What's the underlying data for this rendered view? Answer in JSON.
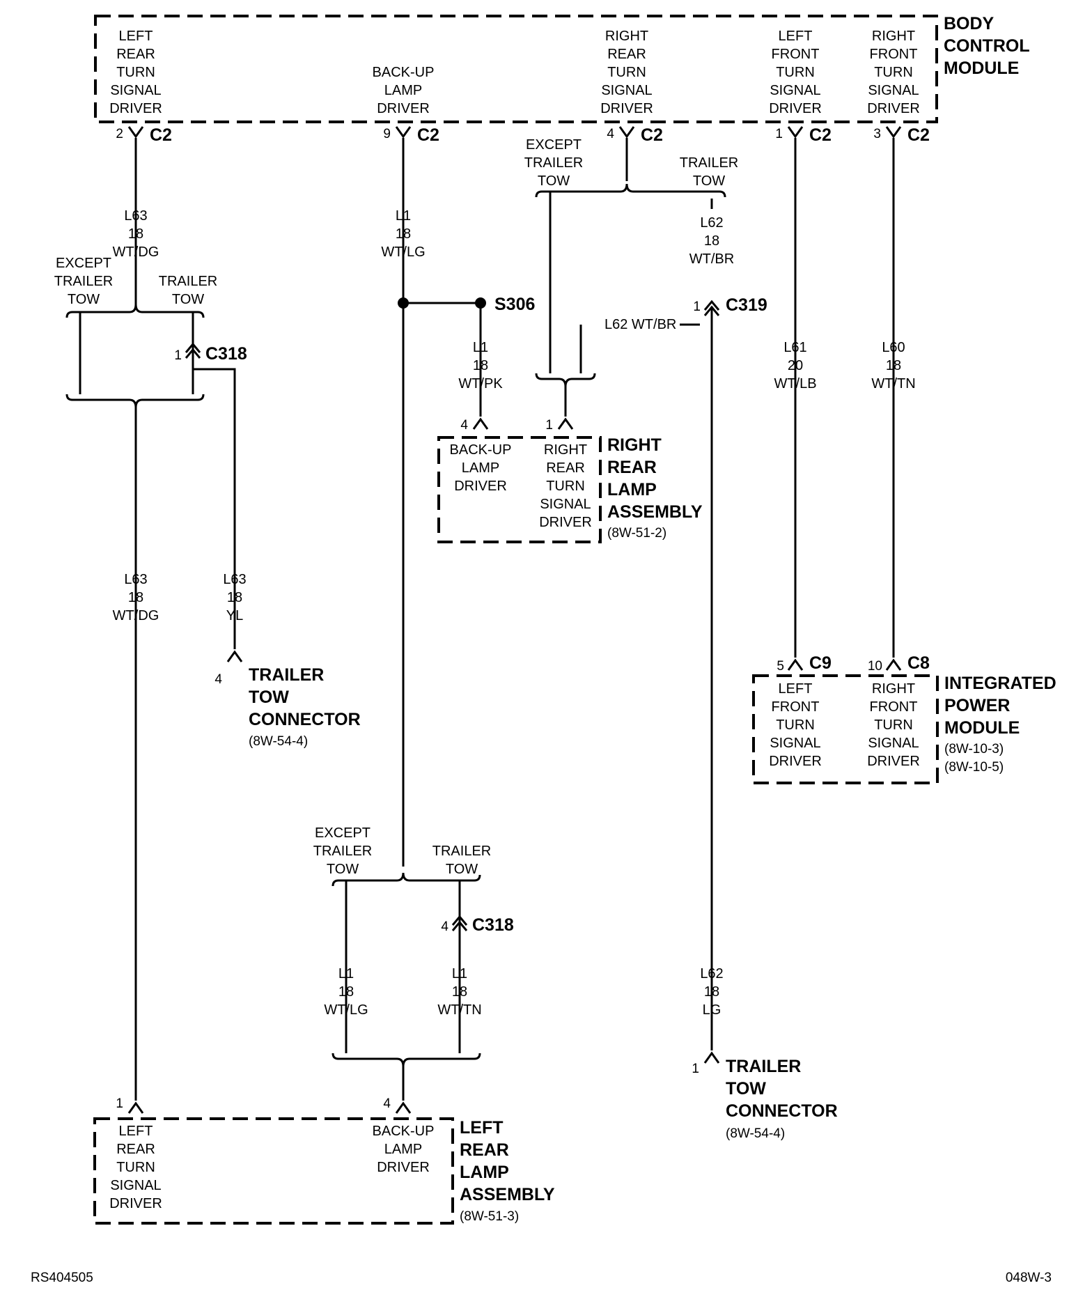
{
  "bcm": {
    "name": [
      "BODY",
      "CONTROL",
      "MODULE"
    ],
    "drivers": {
      "left_rear_turn": [
        "LEFT",
        "REAR",
        "TURN",
        "SIGNAL",
        "DRIVER"
      ],
      "backup": [
        "BACK-UP",
        "LAMP",
        "DRIVER"
      ],
      "right_rear_turn": [
        "RIGHT",
        "REAR",
        "TURN",
        "SIGNAL",
        "DRIVER"
      ],
      "left_front_turn": [
        "LEFT",
        "FRONT",
        "TURN",
        "SIGNAL",
        "DRIVER"
      ],
      "right_front_turn": [
        "RIGHT",
        "FRONT",
        "TURN",
        "SIGNAL",
        "DRIVER"
      ]
    },
    "pins": {
      "left_rear_turn": {
        "pin": "2",
        "conn": "C2"
      },
      "backup": {
        "pin": "9",
        "conn": "C2"
      },
      "right_rear_turn": {
        "pin": "4",
        "conn": "C2"
      },
      "left_front_turn": {
        "pin": "1",
        "conn": "C2"
      },
      "right_front_turn": {
        "pin": "3",
        "conn": "C2"
      }
    }
  },
  "options": {
    "except_trailer_tow": [
      "EXCEPT",
      "TRAILER",
      "TOW"
    ],
    "trailer_tow": [
      "TRAILER",
      "TOW"
    ]
  },
  "wires": {
    "l63_top": [
      "L63",
      "18",
      "WT/DG"
    ],
    "l1_top": [
      "L1",
      "18",
      "WT/LG"
    ],
    "l62_top": [
      "L62",
      "18",
      "WT/BR"
    ],
    "l62_inline": "L62   WT/BR",
    "l1_s306": [
      "L1",
      "18",
      "WT/PK"
    ],
    "l61": [
      "L61",
      "20",
      "WT/LB"
    ],
    "l60": [
      "L60",
      "18",
      "WT/TN"
    ],
    "l63_lower": [
      "L63",
      "18",
      "WT/DG"
    ],
    "l63_yl": [
      "L63",
      "18",
      "YL"
    ],
    "l1_lower_except": [
      "L1",
      "18",
      "WT/LG"
    ],
    "l1_lower_trailer": [
      "L1",
      "18",
      "WT/TN"
    ],
    "l62_lg": [
      "L62",
      "18",
      "LG"
    ]
  },
  "splice": {
    "name": "S306"
  },
  "connectors": {
    "c318_upper": {
      "pin": "1",
      "name": "C318"
    },
    "c319": {
      "pin": "1",
      "name": "C319"
    },
    "c318_lower": {
      "pin": "4",
      "name": "C318"
    },
    "c9": {
      "pin": "5",
      "name": "C9"
    },
    "c8": {
      "pin": "10",
      "name": "C8"
    }
  },
  "right_rear_lamp": {
    "name": [
      "RIGHT",
      "REAR",
      "LAMP",
      "ASSEMBLY"
    ],
    "ref": "(8W-51-2)",
    "backup": [
      "BACK-UP",
      "LAMP",
      "DRIVER"
    ],
    "turn": [
      "RIGHT",
      "REAR",
      "TURN",
      "SIGNAL",
      "DRIVER"
    ],
    "pin_backup": "4",
    "pin_turn": "1"
  },
  "trailer_tow_left": {
    "name": [
      "TRAILER",
      "TOW",
      "CONNECTOR"
    ],
    "ref": "(8W-54-4)",
    "pin": "4"
  },
  "trailer_tow_right": {
    "name": [
      "TRAILER",
      "TOW",
      "CONNECTOR"
    ],
    "ref": "(8W-54-4)",
    "pin": "1"
  },
  "ipm": {
    "name": [
      "INTEGRATED",
      "POWER",
      "MODULE"
    ],
    "refs": [
      "(8W-10-3)",
      "(8W-10-5)"
    ],
    "left": [
      "LEFT",
      "FRONT",
      "TURN",
      "SIGNAL",
      "DRIVER"
    ],
    "right": [
      "RIGHT",
      "FRONT",
      "TURN",
      "SIGNAL",
      "DRIVER"
    ]
  },
  "left_rear_lamp": {
    "name": [
      "LEFT",
      "REAR",
      "LAMP",
      "ASSEMBLY"
    ],
    "ref": "(8W-51-3)",
    "turn": [
      "LEFT",
      "REAR",
      "TURN",
      "SIGNAL",
      "DRIVER"
    ],
    "backup": [
      "BACK-UP",
      "LAMP",
      "DRIVER"
    ],
    "pin_turn": "1",
    "pin_backup": "4"
  },
  "footer": {
    "left": "RS404505",
    "right": "048W-3"
  }
}
